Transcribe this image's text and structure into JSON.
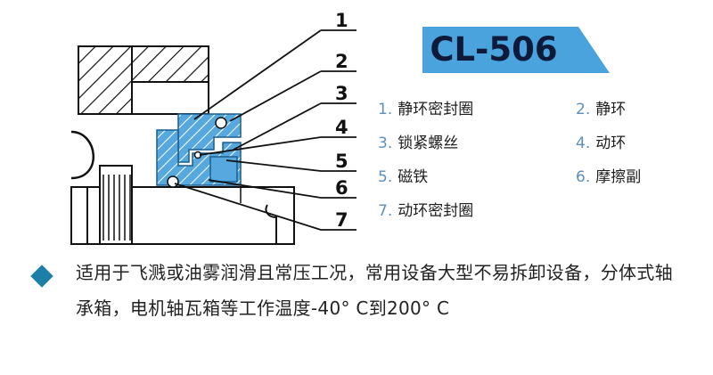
{
  "model": "CL-506",
  "callouts": [
    "1",
    "2",
    "3",
    "4",
    "5",
    "6",
    "7"
  ],
  "legend": [
    {
      "num": "1.",
      "label": "静环密封圈"
    },
    {
      "num": "2.",
      "label": "静环"
    },
    {
      "num": "3.",
      "label": "锁紧螺丝"
    },
    {
      "num": "4.",
      "label": "动环"
    },
    {
      "num": "5.",
      "label": "磁铁"
    },
    {
      "num": "6.",
      "label": "摩擦副"
    },
    {
      "num": "7.",
      "label": "动环密封圈"
    }
  ],
  "description": "适用于飞溅或油雾润滑且常压工况，常用设备大型不易拆卸设备，分体式轴承箱，电机轴瓦箱等工作温度-40° C到200° C",
  "colors": {
    "accent": "#1d7fa8",
    "tag": "#4aa3dc",
    "part": "#56a8df"
  }
}
